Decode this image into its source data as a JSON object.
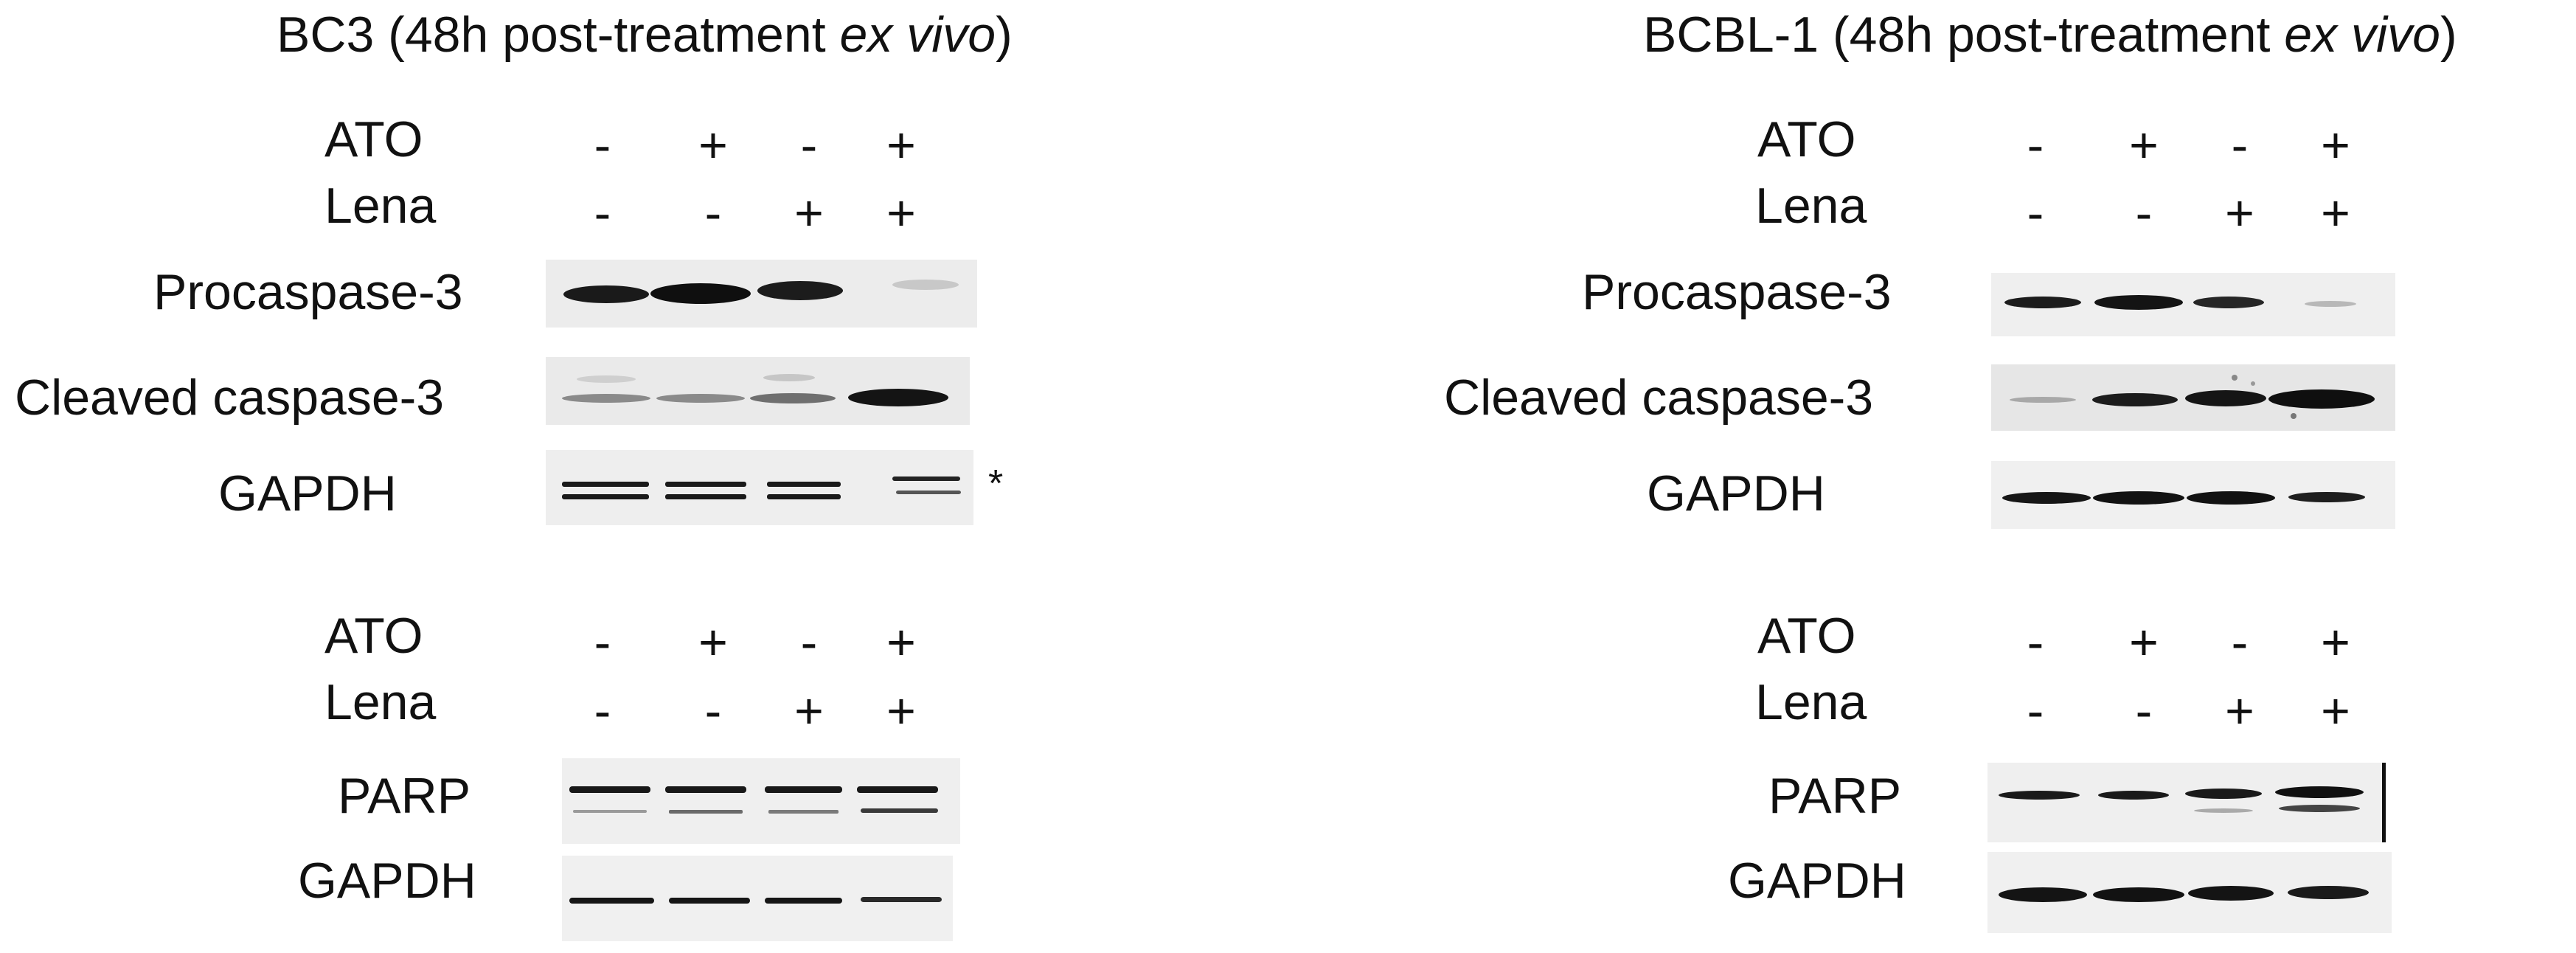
{
  "panels": [
    {
      "title_prefix": "BC3 (48h post-treatment ",
      "title_italic": "ex vivo",
      "title_suffix": ")",
      "treatments": {
        "ato_label": "ATO",
        "lena_label": "Lena",
        "ato": [
          "-",
          "+",
          "-",
          "+"
        ],
        "lena": [
          "-",
          "-",
          "+",
          "+"
        ]
      },
      "bands_top": [
        "Procaspase-3",
        "Cleaved caspase-3",
        "GAPDH"
      ],
      "asterisk": "*",
      "bands_bottom": [
        "PARP",
        "GAPDH"
      ]
    },
    {
      "title_prefix": "BCBL-1 (48h post-treatment ",
      "title_italic": "ex vivo",
      "title_suffix": ")",
      "treatments": {
        "ato_label": "ATO",
        "lena_label": "Lena",
        "ato": [
          "-",
          "+",
          "-",
          "+"
        ],
        "lena": [
          "-",
          "-",
          "+",
          "+"
        ]
      },
      "bands_top": [
        "Procaspase-3",
        "Cleaved caspase-3",
        "GAPDH"
      ],
      "bands_bottom": [
        "PARP",
        "GAPDH"
      ]
    }
  ]
}
